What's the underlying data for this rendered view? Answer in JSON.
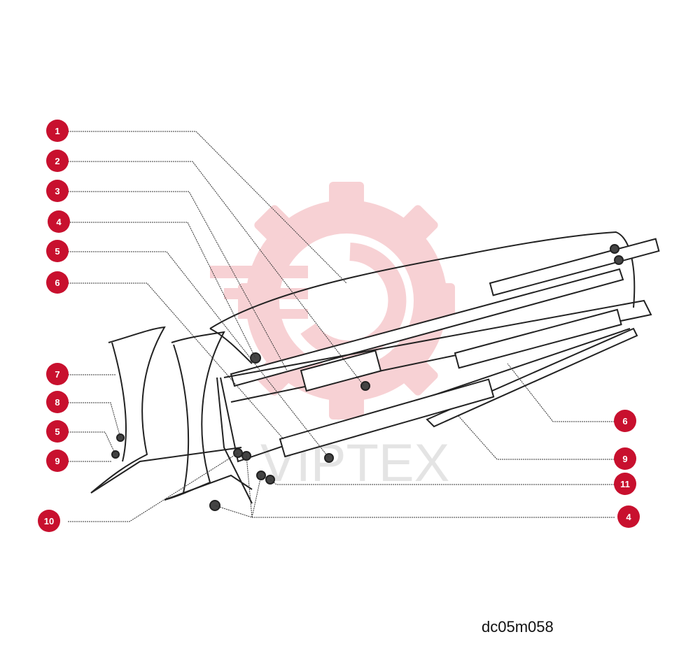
{
  "colors": {
    "callout": "#c8102e",
    "line": "#333333",
    "watermark_gear": "#f6c9cd",
    "watermark_text": "#e4e4e4"
  },
  "watermark": {
    "text": "VIPTEX"
  },
  "diagram_code": "dc05m058",
  "callouts_left": [
    {
      "label": "1"
    },
    {
      "label": "2"
    },
    {
      "label": "3"
    },
    {
      "label": "4"
    },
    {
      "label": "5"
    },
    {
      "label": "6"
    },
    {
      "label": "7"
    },
    {
      "label": "8"
    },
    {
      "label": "5"
    },
    {
      "label": "9"
    },
    {
      "label": "10"
    }
  ],
  "callouts_right": [
    {
      "label": "6"
    },
    {
      "label": "9"
    },
    {
      "label": "11"
    },
    {
      "label": "4"
    }
  ]
}
